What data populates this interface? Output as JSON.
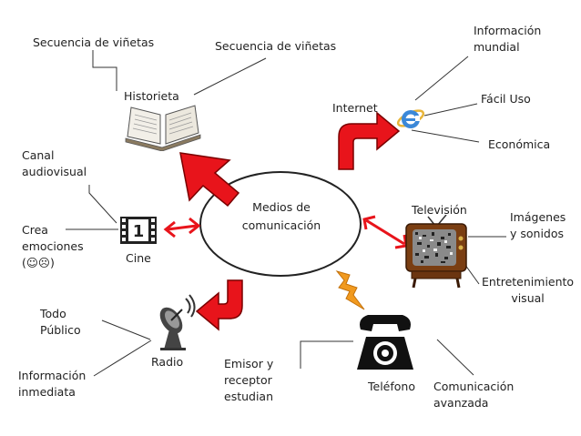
{
  "center": {
    "line1": "Medios de",
    "line2": "comunicación"
  },
  "historieta": {
    "label": "Historieta",
    "note1": "Secuencia de viñetas",
    "note2": "Secuencia de viñetas"
  },
  "internet": {
    "label": "Internet",
    "info_line1": "Información",
    "info_line2": "mundial",
    "facil": "Fácil Uso",
    "economica": "Económica"
  },
  "cine": {
    "label": "Cine",
    "canal_line1": "Canal",
    "canal_line2": "audiovisual",
    "crea_line1": "Crea",
    "crea_line2": "emociones",
    "crea_line3": "(☺☹)"
  },
  "television": {
    "label": "Televisión",
    "imagenes_line1": "Imágenes",
    "imagenes_line2": "y sonidos",
    "entret_line1": "Entretenimiento",
    "entret_line2": "visual"
  },
  "radio": {
    "label": "Radio",
    "todo_line1": "Todo",
    "todo_line2": "Público",
    "info_line1": "Información",
    "info_line2": "inmediata"
  },
  "emisor": {
    "line1": "Emisor y",
    "line2": "receptor",
    "line3": "estudian"
  },
  "telefono": {
    "label": "Teléfono",
    "com_line1": "Comunicación",
    "com_line2": "avanzada"
  },
  "colors": {
    "arrow_red": "#e8141b",
    "arrow_outline": "#7a0000",
    "line": "#333333"
  }
}
